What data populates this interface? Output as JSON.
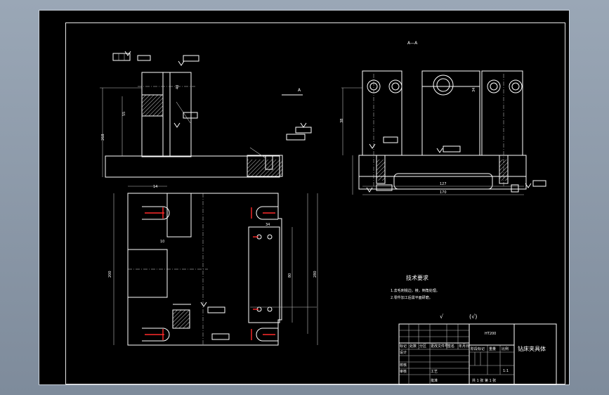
{
  "drawing": {
    "section_mark_main": "A",
    "section_view_label": "A—A",
    "tech_title": "技术要求",
    "tech_notes": [
      "1.去毛刺锐边，棱，倒角处理。",
      "2.零件加工后需平面研磨。"
    ],
    "roughness_general": "√",
    "roughness_other": "(√)",
    "dims": {
      "top_height": "268",
      "top_h2": "55",
      "top_w": "40",
      "right_h": "38",
      "right_h2": "34",
      "right_w1": "127",
      "right_w2": "170",
      "bottom_w": "14",
      "bottom_h": "200",
      "bottom_h2": "280",
      "bottom_w2": "80",
      "bottom_s": "10",
      "bottom_s2": "34"
    },
    "tolerance_frames": [
      "⊥ 0.01 A",
      "//",
      "A"
    ]
  },
  "title_block": {
    "part_name": "钻床夹具体",
    "material": "HT200",
    "scale": "1:1",
    "sheet": "共 1 张  第 1 张",
    "header_labels": [
      "标记",
      "处数",
      "分区",
      "更改文件号",
      "签名",
      "年月日"
    ],
    "role_labels": [
      "设计",
      "校核",
      "审核",
      "工艺",
      "批准"
    ],
    "stage_labels": [
      "阶段标记",
      "重量",
      "比例"
    ]
  }
}
